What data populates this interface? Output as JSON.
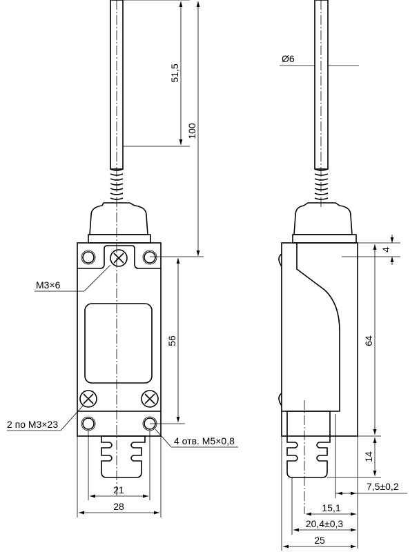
{
  "labels": {
    "dim_51_5": "51,5",
    "dim_100": "100",
    "dim_diameter": "Ø6",
    "dim_4": "4",
    "screw_top": "M3×6",
    "dim_56": "56",
    "dim_64": "64",
    "screws_side": "2 по M3×23",
    "holes": "4 отв. M5×0,8",
    "dim_14": "14",
    "dim_7_5": "7,5±0,2",
    "dim_21": "21",
    "dim_28": "28",
    "dim_15_1": "15,1",
    "dim_20_4": "20,4±0,3",
    "dim_25": "25"
  }
}
